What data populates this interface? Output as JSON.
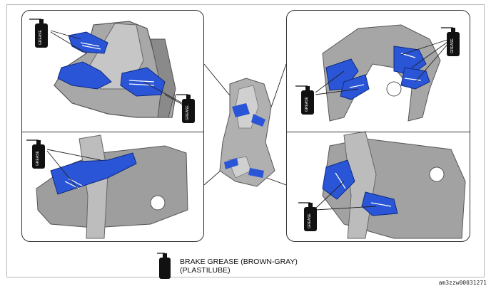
{
  "legend": {
    "line1": "BRAKE GREASE (BROWN-GRAY)",
    "line2": "(PLASTILUBE)",
    "icon": "grease-tube-icon"
  },
  "figure_id": "am3zzw00031271",
  "grease_label": "GREASE",
  "colors": {
    "grease_part_blue": "#2a55d6",
    "caliper_gray": "#9a9a9a",
    "outline": "#333333"
  }
}
